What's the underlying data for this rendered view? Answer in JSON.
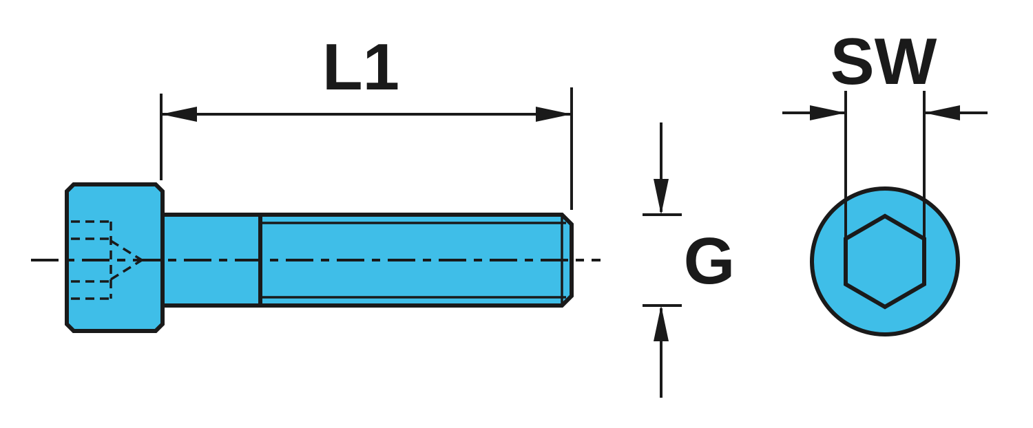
{
  "diagram": {
    "dimension_labels": {
      "length": "L1",
      "thread_diameter": "G",
      "socket_width": "SW"
    },
    "colors": {
      "part_fill": "#3FBEE8",
      "line_color": "#1A1A1A",
      "background": "#FFFFFF"
    }
  }
}
